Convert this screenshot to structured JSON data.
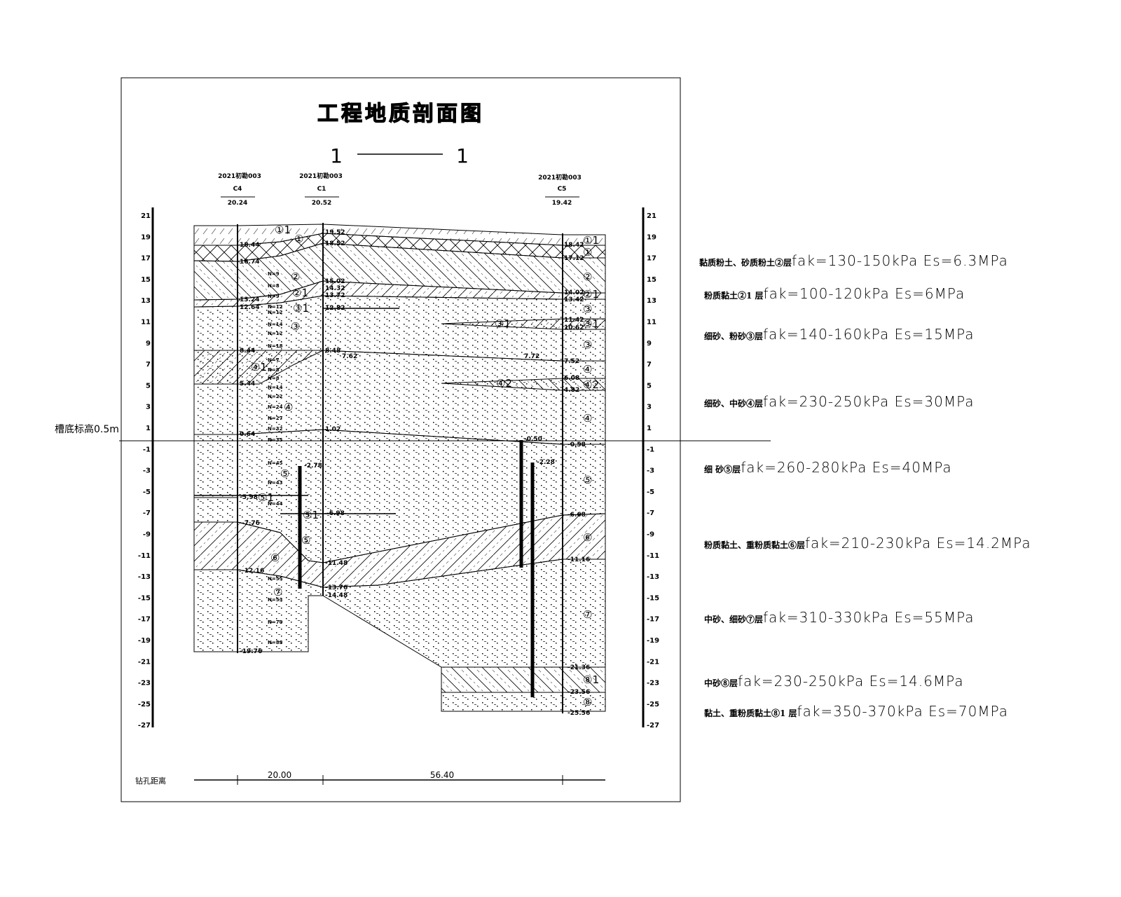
{
  "title": "工程地质剖面图",
  "section": {
    "left": "1",
    "right": "1"
  },
  "boreholes": [
    {
      "project": "2021初勘003",
      "id": "C4",
      "elevation": "20.24"
    },
    {
      "project": "2021初勘003",
      "id": "C1",
      "elevation": "20.52"
    },
    {
      "project": "2021初勘003",
      "id": "C5",
      "elevation": "19.42"
    }
  ],
  "axis_ticks": [
    "21",
    "19",
    "17",
    "15",
    "13",
    "11",
    "9",
    "7",
    "5",
    "3",
    "1",
    "-1",
    "-3",
    "-5",
    "-7",
    "-9",
    "-11",
    "-13",
    "-15",
    "-17",
    "-19",
    "-21",
    "-23",
    "-25",
    "-27"
  ],
  "depths": {
    "c4": [
      "18.44",
      "16.74",
      "13.24",
      "12.64",
      "8.44",
      "5.44",
      "0.64",
      "-5.98",
      "-7.76",
      "-12.16",
      "-19.76"
    ],
    "c1": [
      "19.52",
      "18.52",
      "15.02",
      "14.32",
      "13.72",
      "12.82",
      "8.48",
      "1.02",
      "-11.48",
      "-13.76",
      "-14.48"
    ],
    "c5": [
      "18.42",
      "17.12",
      "14.02",
      "13.42",
      "11.42",
      "10.62",
      "7.52",
      "6.08",
      "4.82",
      "-0.58",
      "-6.68",
      "-11.16",
      "-21.36",
      "-23.56",
      "-25.56"
    ],
    "water": [
      "7.62",
      "7.72",
      "-2.78",
      "-0.50",
      "-2.28",
      "-6.98"
    ]
  },
  "layer_labels": [
    "①1",
    "①",
    "②",
    "②1",
    "③1",
    "③",
    "④1",
    "④2",
    "④",
    "⑤",
    "⑤1",
    "⑥",
    "⑦",
    "⑧1",
    "⑧"
  ],
  "blow_counts": [
    "N=9",
    "N=8",
    "N=9",
    "N=12",
    "N=12",
    "N=14",
    "N=12",
    "N=18",
    "N=7",
    "N=8",
    "N=8",
    "N=14",
    "N=22",
    "N=24",
    "N=27",
    "N=32",
    "N=35",
    "N=45",
    "N=43",
    "N=44",
    "N=55",
    "N=53",
    "N=70",
    "N=88"
  ],
  "reference": {
    "label": "槽底标高0.5m"
  },
  "distance": {
    "label": "钻孔距离",
    "values": [
      "20.00",
      "56.40"
    ]
  },
  "legend": [
    {
      "cn": "黏质粉土、砂质粉土②层",
      "fx": "fak=130-150kPa  Es=6.3MPa"
    },
    {
      "cn": "粉质黏土②1 层",
      "fx": "fak=100-120kPa  Es=6MPa"
    },
    {
      "cn": "细砂、粉砂③层",
      "fx": "fak=140-160kPa  Es=15MPa"
    },
    {
      "cn": "细砂、中砂④层",
      "fx": "fak=230-250kPa  Es=30MPa"
    },
    {
      "cn": "细 砂⑤层",
      "fx": "fak=260-280kPa  Es=40MPa"
    },
    {
      "cn": "粉质黏土、重粉质黏土⑥层",
      "fx": "fak=210-230kPa  Es=14.2MPa"
    },
    {
      "cn": "中砂、细砂⑦层",
      "fx": "fak=310-330kPa  Es=55MPa"
    },
    {
      "cn": "中砂⑧层",
      "fx": "fak=230-250kPa  Es=14.6MPa"
    },
    {
      "cn": "黏土、重粉质黏土⑧1 层",
      "fx": "fak=350-370kPa  Es=70MPa"
    }
  ]
}
